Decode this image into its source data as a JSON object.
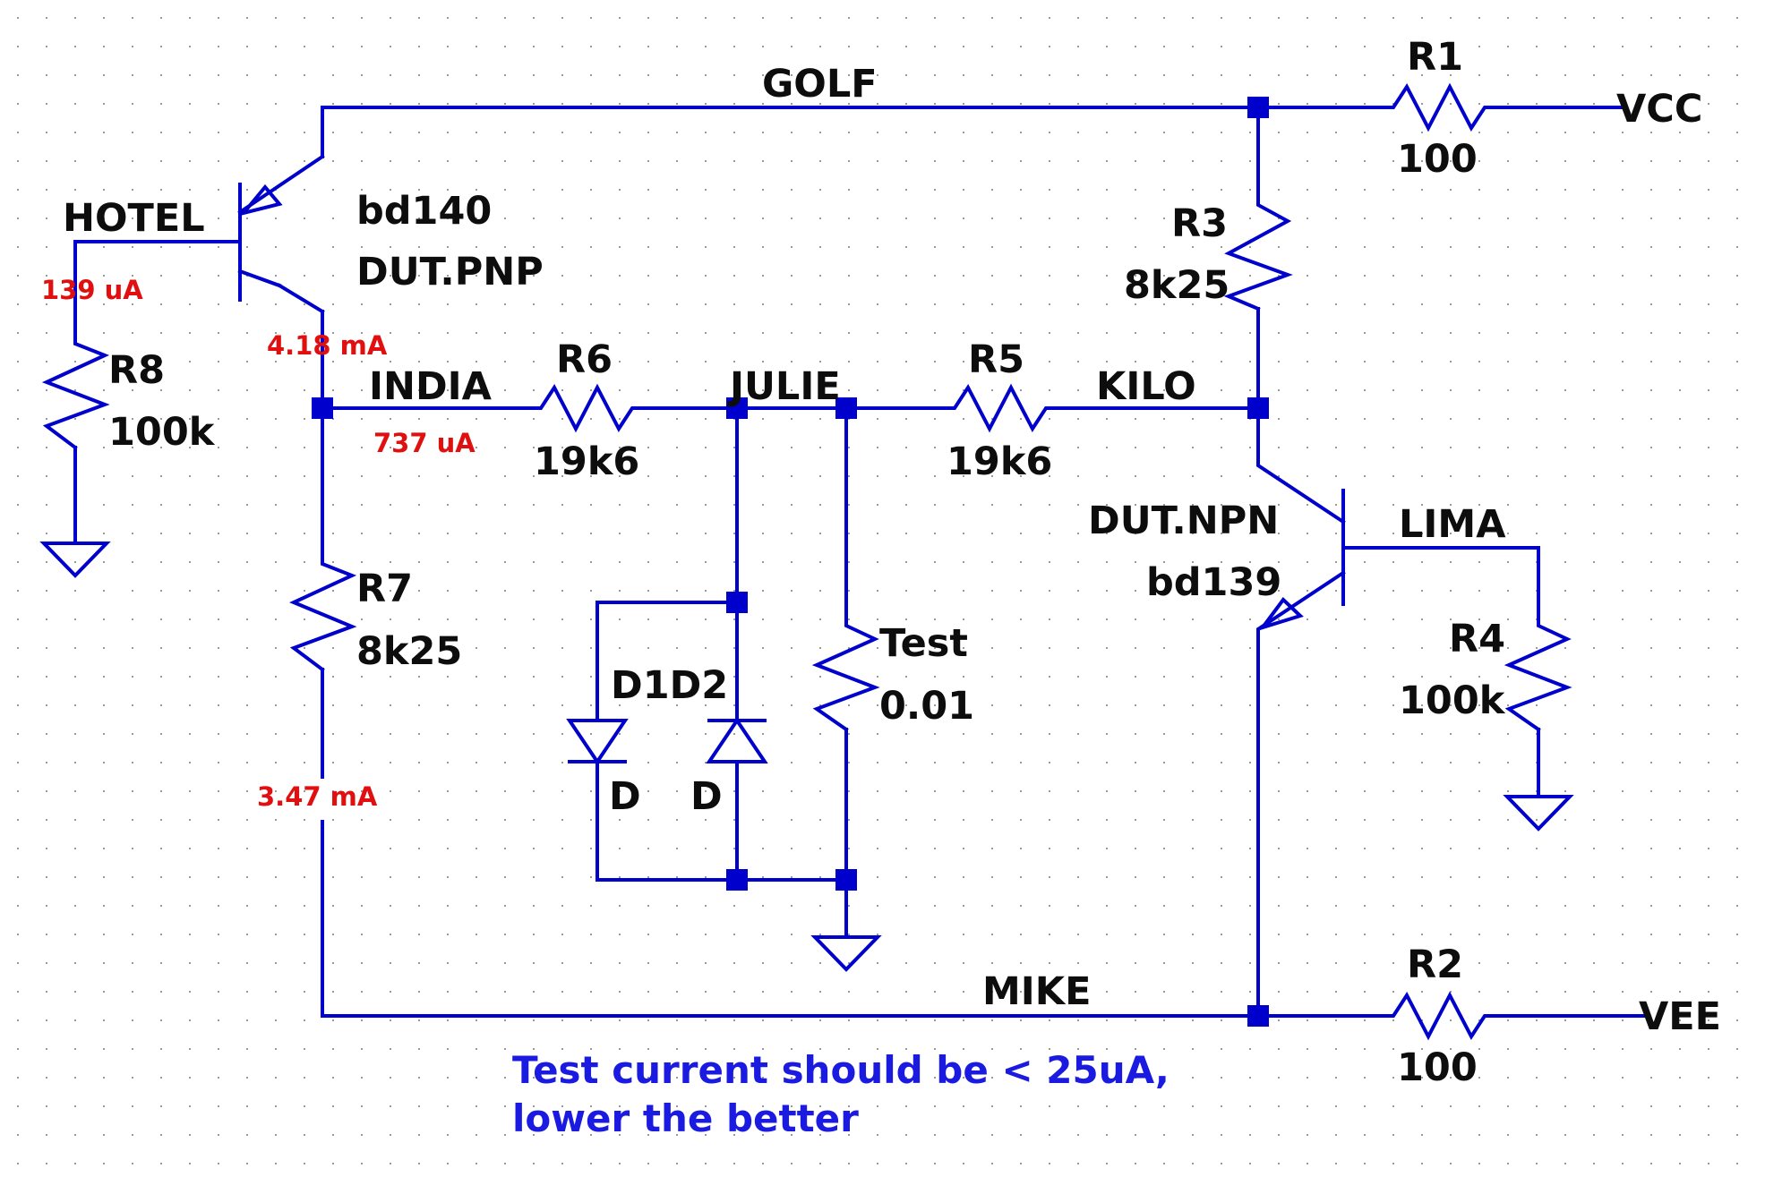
{
  "nets": {
    "golf": "GOLF",
    "hotel": "HOTEL",
    "india": "INDIA",
    "julie": "JULIE",
    "kilo": "KILO",
    "lima": "LIMA",
    "mike": "MIKE",
    "vcc": "VCC",
    "vee": "VEE"
  },
  "components": {
    "r1": {
      "name": "R1",
      "value": "100"
    },
    "r2": {
      "name": "R2",
      "value": "100"
    },
    "r3": {
      "name": "R3",
      "value": "8k25"
    },
    "r4": {
      "name": "R4",
      "value": "100k"
    },
    "r5": {
      "name": "R5",
      "value": "19k6"
    },
    "r6": {
      "name": "R6",
      "value": "19k6"
    },
    "r7": {
      "name": "R7",
      "value": "8k25"
    },
    "r8": {
      "name": "R8",
      "value": "100k"
    },
    "test": {
      "name": "Test",
      "value": "0.01"
    },
    "q_pnp": {
      "model": "bd140",
      "name": "DUT.PNP"
    },
    "q_npn": {
      "name": "DUT.NPN",
      "model": "bd139"
    },
    "diodes": {
      "name": "D1D2",
      "d1_value": "D",
      "d2_value": "D"
    }
  },
  "measurements": {
    "r8_current": "139 uA",
    "pnp_collector": "4.18 mA",
    "india_current": "737 uA",
    "r7_current": "3.47 mA"
  },
  "note": {
    "line1": "Test current should be < 25uA,",
    "line2": "lower the better"
  },
  "colors": {
    "wire": "#0000cc",
    "measurement": "#e01010",
    "note": "#1a1ae0",
    "label": "#0d0d0d"
  }
}
